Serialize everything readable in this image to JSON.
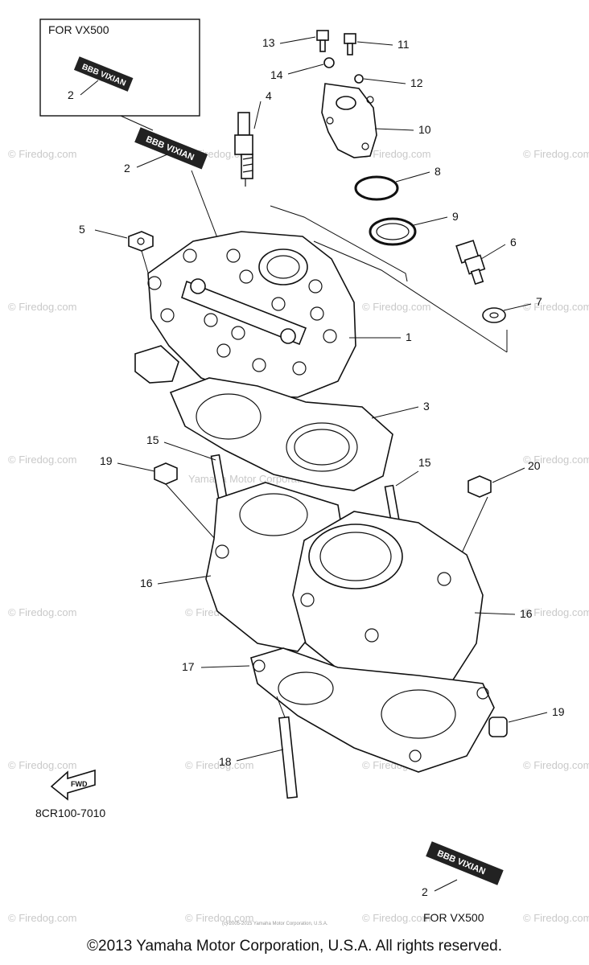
{
  "diagram": {
    "inset_title_top": "FOR VX500",
    "inset_title_bottom": "FOR VX500",
    "drawing_code": "8CR100-7010",
    "fwd_label": "FWD",
    "decal_text": "BBB VIXIAN",
    "callouts": [
      "1",
      "2",
      "2",
      "2",
      "3",
      "4",
      "5",
      "6",
      "7",
      "8",
      "9",
      "10",
      "11",
      "12",
      "13",
      "14",
      "15",
      "15",
      "16",
      "16",
      "17",
      "18",
      "19",
      "19",
      "20"
    ]
  },
  "watermark": {
    "text": "© Firedog.com",
    "center_text": "Yamaha Motor Corporation, U.S.A.",
    "fine_print": "(c) 2005-2015 Yamaha Motor Corporation, U.S.A."
  },
  "footer": {
    "copyright": "©2013 Yamaha Motor Corporation, U.S.A. All rights reserved."
  }
}
